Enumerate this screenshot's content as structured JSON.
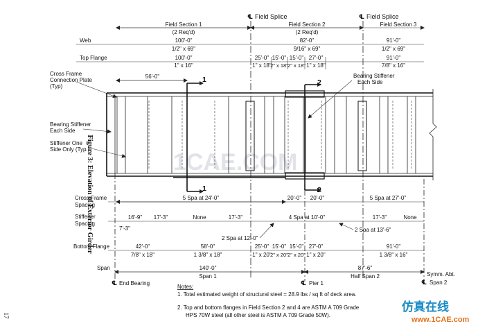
{
  "figure_caption": "Figure 3: Elevation of Exterior Girder",
  "page_number": "17",
  "splices": [
    "Field Splice",
    "Field Splice"
  ],
  "sections": [
    {
      "name": "Field Section 1",
      "req": "(2 Req'd)"
    },
    {
      "name": "Field Section 2",
      "req": "(2 Req'd)"
    },
    {
      "name": "Field Section 3",
      "req": ""
    }
  ],
  "row_labels": {
    "web": "Web",
    "top_flange": "Top Flange",
    "cross_frame": "Cross Frame",
    "cross_frame_2": "Spacing",
    "stiffener": "Stiffener",
    "stiffener_2": "Spacing",
    "bottom_flange": "Bottom Flange",
    "span": "Span"
  },
  "web": {
    "sec1": [
      "100'-0\"",
      "1/2\" x 69\""
    ],
    "sec2": [
      "82'-0\"",
      "9/16\" x 69\""
    ],
    "sec3": [
      "91'-0\"",
      "1/2\" x 69\""
    ]
  },
  "top_flange": [
    {
      "len": "100'-0\"",
      "size": "1\" x 16\""
    },
    {
      "len": "25'-0\"",
      "size": "1\" x 18\""
    },
    {
      "len": "15'-0\"",
      "size": "2\" x 18\""
    },
    {
      "len": "15'-0\"",
      "size": "2\" x 18\""
    },
    {
      "len": "27'-0\"",
      "size": "1\" x 18\""
    },
    {
      "len": "91'-0\"",
      "size": "7/8\" x 16\""
    }
  ],
  "callouts": {
    "cross_frame_plate": [
      "Cross Frame",
      "Connection Plate",
      "(Typ)"
    ],
    "dim_56": "56'-0\"",
    "bearing_stiffener_left": [
      "Bearing Stiffener",
      "Each Side"
    ],
    "stiffener_one_side": [
      "Stiffener One",
      "Side Only (Typ.)"
    ],
    "bearing_stiffener_right": [
      "Bearing Stiffener",
      "Each Side"
    ],
    "section_1": "1",
    "section_2": "2"
  },
  "cross_frame": [
    "5 Spa at 24'-0\"",
    "20'-0\"",
    "20'-0\"",
    "5 Spa at 27'-0\""
  ],
  "stiffener": {
    "segments": [
      "16'-9\"",
      "17'-3\"",
      "None",
      "17'-3\"",
      "4 Spa at 10'-0\"",
      "17'-3\"",
      "None"
    ],
    "below": [
      "7'-3\"",
      "2 Spa at 12'-0\"",
      "2 Spa at 13'-6\""
    ]
  },
  "bottom_flange": [
    {
      "len": "42'-0\"",
      "size": "7/8\" x 18\""
    },
    {
      "len": "58'-0\"",
      "size": "1 3/8\" x 18\""
    },
    {
      "len": "25'-0\"",
      "size": "1\" x 20\""
    },
    {
      "len": "15'-0\"",
      "size": "2\" x 20\""
    },
    {
      "len": "15'-0\"",
      "size": "2\" x 20\""
    },
    {
      "len": "27'-0\"",
      "size": "1\" x 20\""
    },
    {
      "len": "91'-0\"",
      "size": "1 3/8\" x 16\""
    }
  ],
  "span": [
    {
      "len": "140'-0\"",
      "name": "Span 1"
    },
    {
      "len": "87'-6\"",
      "name": "Half Span 2"
    }
  ],
  "supports": [
    "End Bearing",
    "Pier 1",
    "Symm. Abt.",
    "Span 2"
  ],
  "notes": {
    "heading": "Notes:",
    "n1": "1.  Total estimated weight of structural steel = 28.9 lbs / sq ft  of deck area.",
    "n2a": "2.  Top and bottom flanges in Field Section 2 and 4 are ASTM A 709 Grade",
    "n2b": "HPS 70W steel (all other steel is ASTM A 709 Grade 50W)."
  },
  "watermark": "1CAE.COM",
  "logo": {
    "cn": "仿真在线",
    "en": "www.1CAE.com"
  }
}
